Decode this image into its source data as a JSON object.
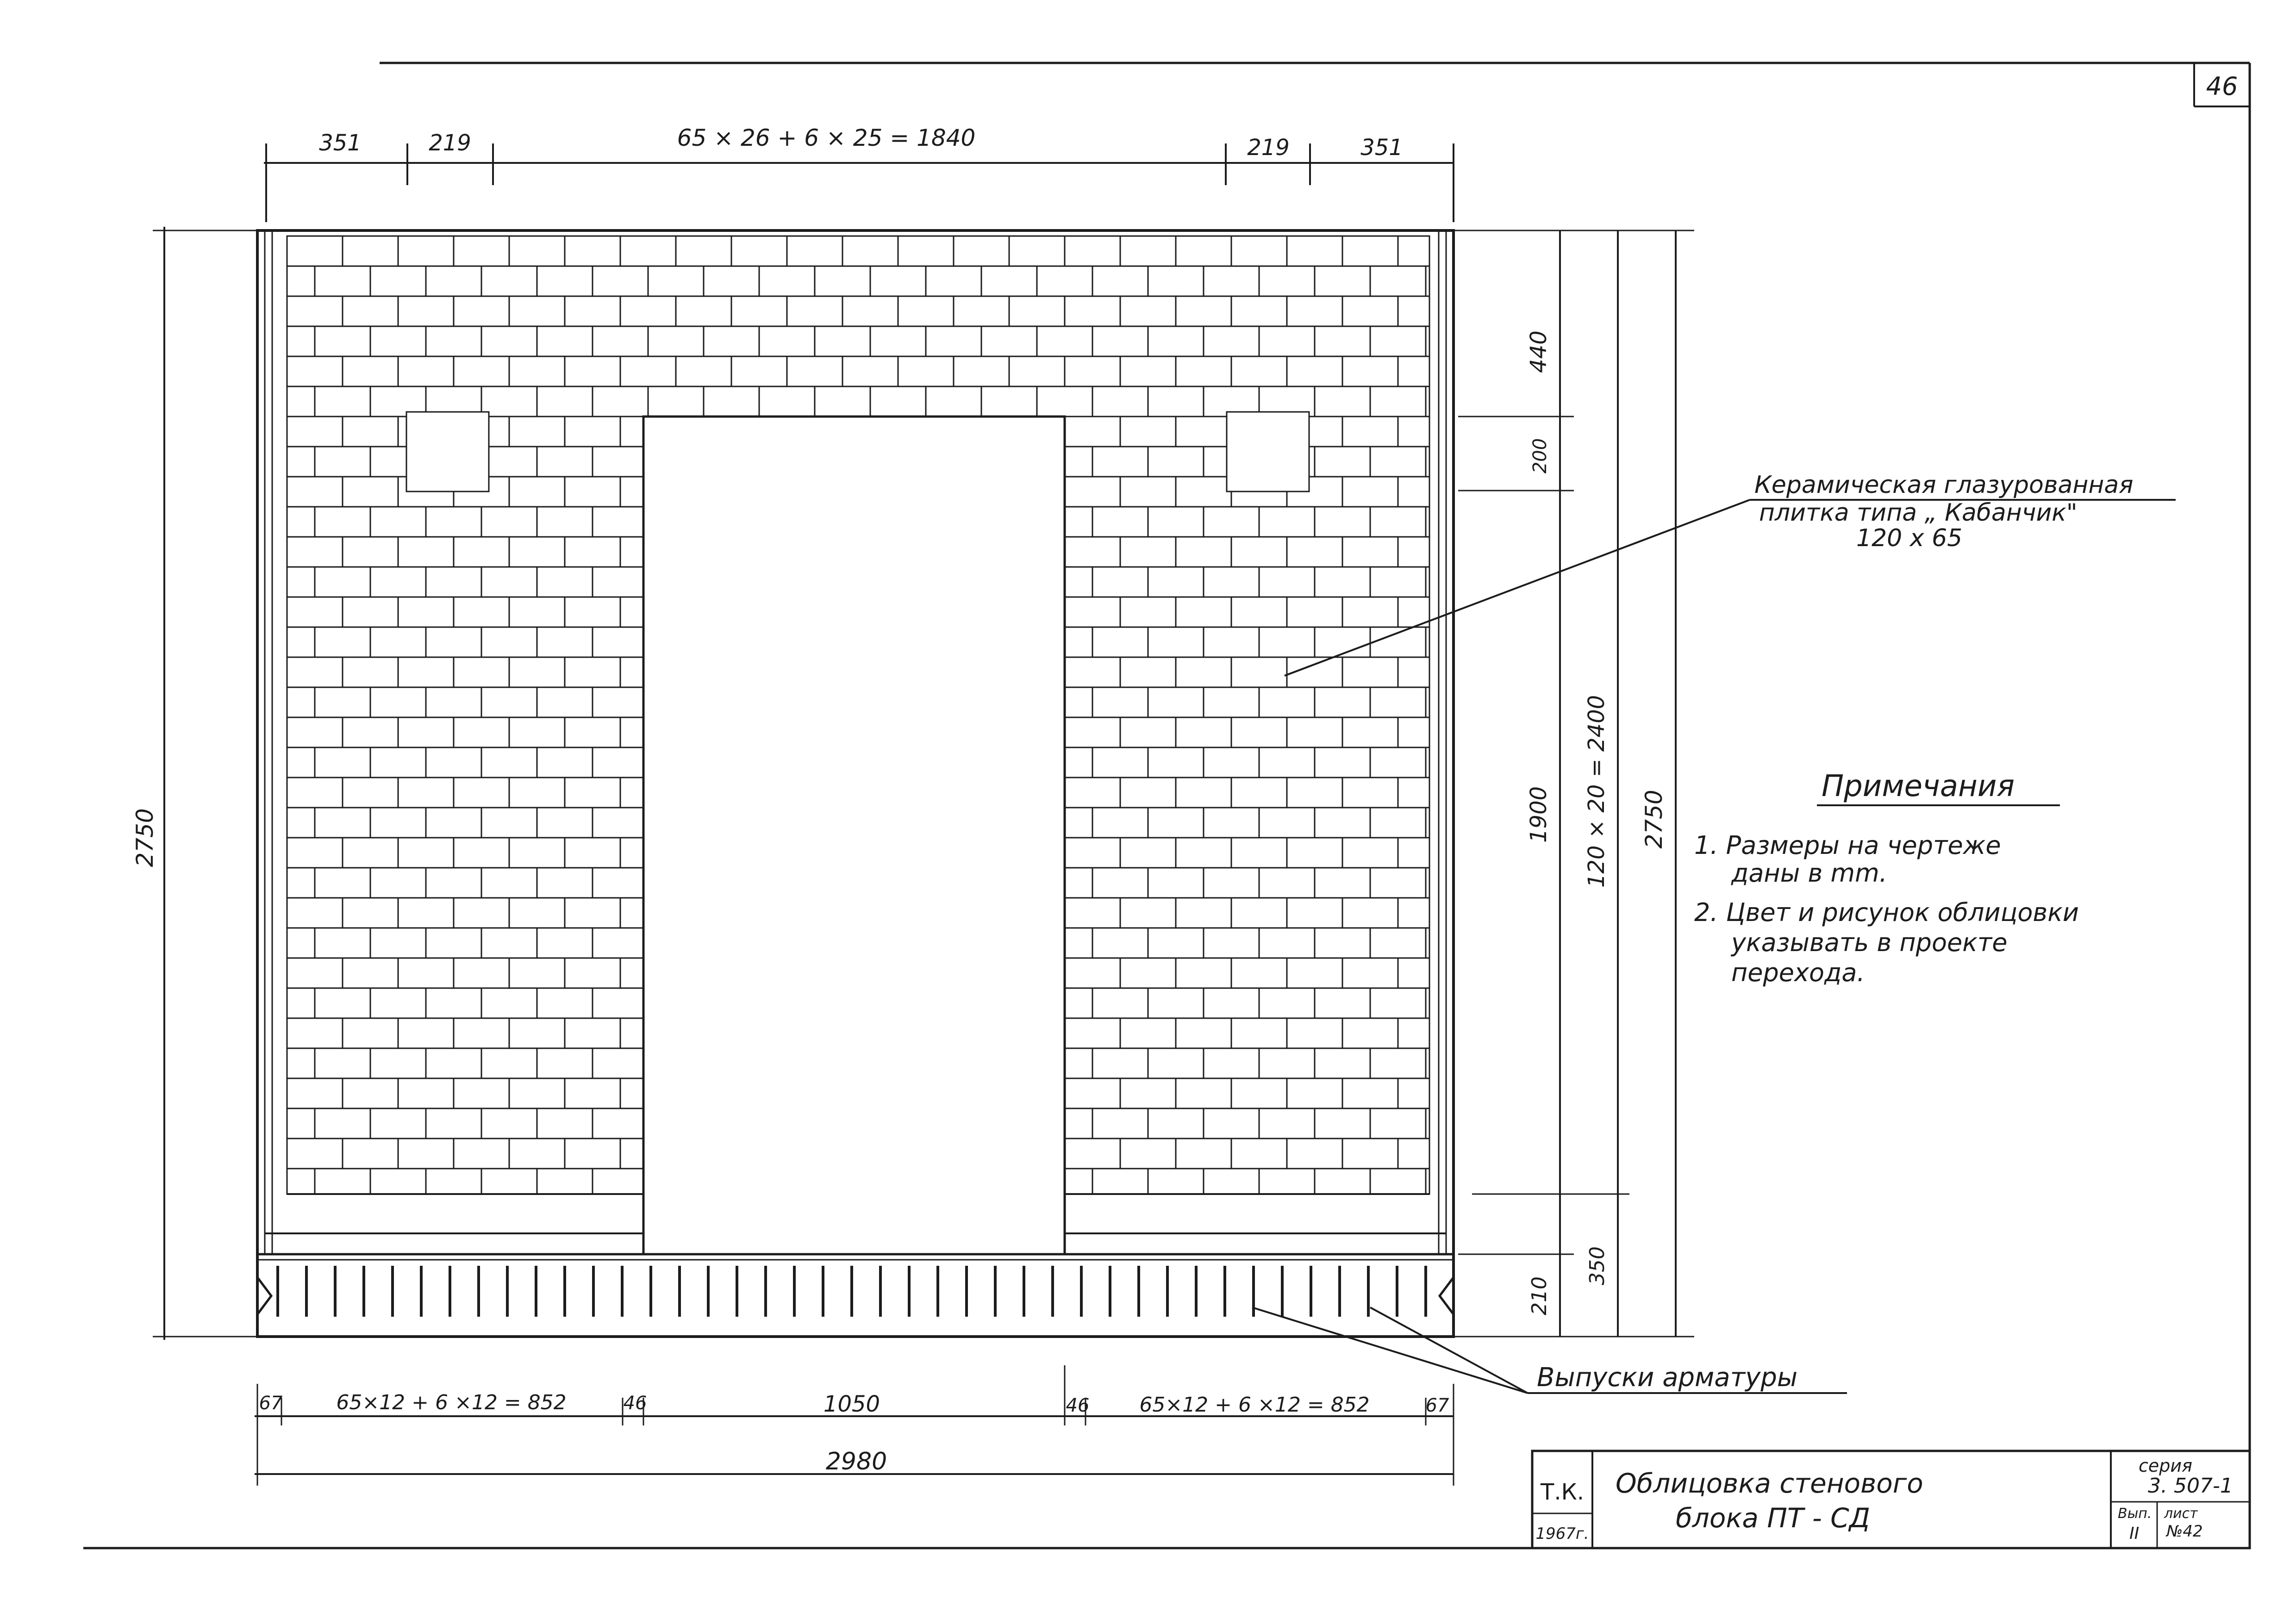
{
  "sheet": {
    "number": "46"
  },
  "dimensions": {
    "top_left_outer": "351",
    "top_left_inner": "219",
    "top_middle": "65 × 26 + 6 × 25 = 1840",
    "top_right_inner": "219",
    "top_right_outer": "351",
    "left_height": "2750",
    "right_h1": "440",
    "right_h2": "200",
    "right_h3": "1900",
    "right_h4": "210",
    "right_mid": "120 × 20 = 2400",
    "right_mid_bottom": "350",
    "right_total": "2750",
    "bottom_a": "67",
    "bottom_b": "65×12 + 6 ×12 = 852",
    "bottom_c": "46",
    "bottom_d": "1050",
    "bottom_e": "46",
    "bottom_f": "65×12 + 6 ×12 = 852",
    "bottom_g": "67",
    "bottom_total": "2980"
  },
  "callouts": {
    "tile_line1": "Керамическая глазурованная",
    "tile_line2": "плитка типа „ Кабанчик\"",
    "tile_line3": "120 х 65",
    "rebar": "Выпуски арматуры"
  },
  "notes": {
    "heading": "Примечания",
    "item1_line1": "1. Размеры на чертеже",
    "item1_line2": "даны в mm.",
    "item2_line1": "2. Цвет и рисунок облицовки",
    "item2_line2": "указывать в проекте",
    "item2_line3": "перехода."
  },
  "title_block": {
    "org": "Т.К.",
    "year": "1967г.",
    "title_line1": "Облицовка стенового",
    "title_line2": "блока ПТ - СД",
    "series_label": "серия",
    "series_value": "3. 507-1",
    "issue_label": "Вып.",
    "issue_value": "II",
    "sheet_label": "лист",
    "sheet_value": "№42"
  }
}
